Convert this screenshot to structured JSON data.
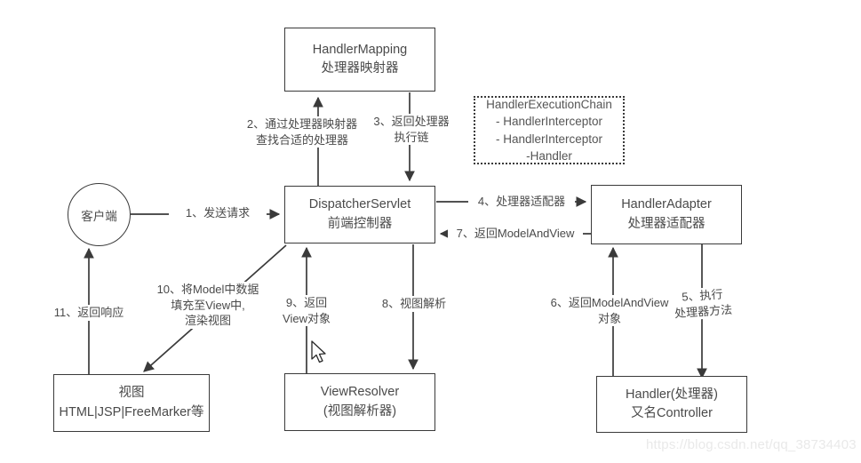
{
  "diagram": {
    "title": "Spring MVC Request Processing Flow",
    "background": "#ffffff",
    "stroke_color": "#3a3a3a",
    "text_color": "#4a4a4a",
    "watermark": "https://blog.csdn.net/qq_38734403",
    "watermark_color": "#e9e9e9"
  },
  "nodes": {
    "client": {
      "label": "客户端"
    },
    "handler_mapping": {
      "line1": "HandlerMapping",
      "line2": "处理器映射器"
    },
    "dispatcher_servlet": {
      "line1": "DispatcherServlet",
      "line2": "前端控制器"
    },
    "handler_adapter": {
      "line1": "HandlerAdapter",
      "line2": "处理器适配器"
    },
    "handler": {
      "line1": "Handler(处理器)",
      "line2": "又名Controller"
    },
    "view_resolver": {
      "line1": "ViewResolver",
      "line2": "(视图解析器)"
    },
    "view": {
      "line1": "视图",
      "line2": "HTML|JSP|FreeMarker等"
    },
    "execution_chain": {
      "line1": "HandlerExecutionChain",
      "line2": "- HandlerInterceptor",
      "line3": "- HandlerInterceptor",
      "line4": "-Handler"
    }
  },
  "edges": {
    "e1": {
      "number": "1",
      "line1": "1、发送请求"
    },
    "e2": {
      "number": "2",
      "line1": "2、通过处理器映射器",
      "line2": "查找合适的处理器"
    },
    "e3": {
      "number": "3",
      "line1": "3、返回处理器",
      "line2": "执行链"
    },
    "e4": {
      "number": "4",
      "line1": "4、处理器适配器"
    },
    "e5": {
      "number": "5",
      "line1": "5、执行",
      "line2": "处理器方法"
    },
    "e6": {
      "number": "6",
      "line1": "6、返回ModelAndView",
      "line2": "对象"
    },
    "e7": {
      "number": "7",
      "line1": "7、返回ModelAndView"
    },
    "e8": {
      "number": "8",
      "line1": "8、视图解析"
    },
    "e9": {
      "number": "9",
      "line1": "9、返回",
      "line2": "View对象"
    },
    "e10": {
      "number": "10",
      "line1": "10、将Model中数据",
      "line2": "填充至View中,",
      "line3": "渲染视图"
    },
    "e11": {
      "number": "11",
      "line1": "11、返回响应"
    }
  }
}
